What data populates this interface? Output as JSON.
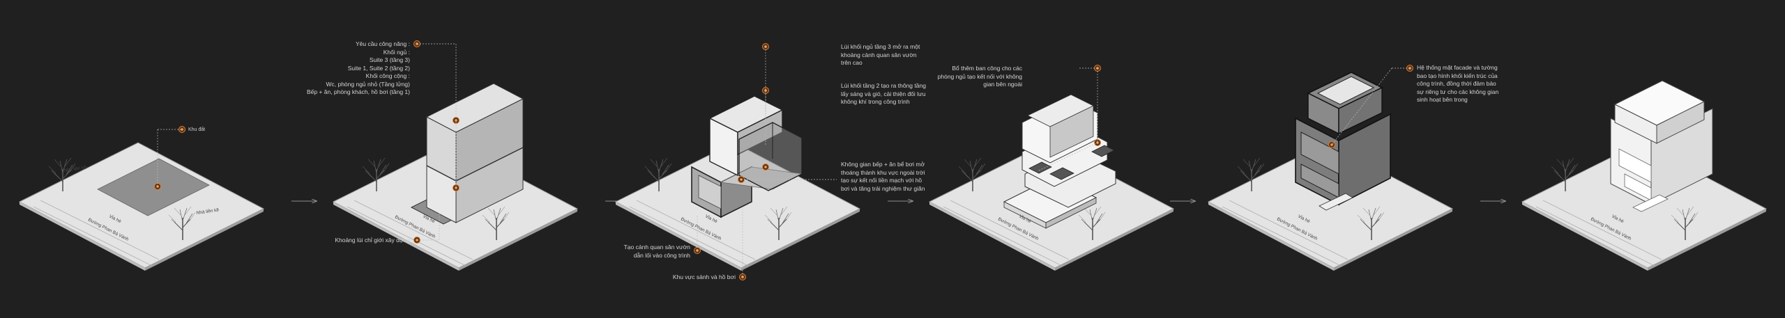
{
  "colors": {
    "background": "#202020",
    "site": "#e6e6e6",
    "site_edge": "#9a9a9a",
    "plot_dark": "#8f8f8f",
    "accent_dot": "#e07a2e",
    "leader": "#bdbdbd",
    "arrow": "#8c8c8c"
  },
  "panel1": {
    "site_labels": [
      "Nhà liền kề",
      "Nhà liền kề",
      "Vỉa hè",
      "Đường Phan Bá Vành"
    ],
    "callout": "Khu đất"
  },
  "panel2": {
    "requirements": [
      "Yêu cầu công năng :",
      "Khối ngủ :",
      "Suite 3 (tầng 3)",
      "Suite 1, Suite 2 (tầng 2)",
      "Khối công cộng :",
      "Wc, phòng ngủ nhỏ (Tầng lửng)",
      "Bếp + ăn, phòng khách, hồ bơi (tầng 1)"
    ],
    "setback": "Khoảng lùi chỉ giới xây dựng",
    "site_labels": [
      "Vỉa hè",
      "Đường Phan Bá Vành"
    ]
  },
  "panel3": {
    "note_top": [
      "Lùi khối ngủ tầng 3 mở ra một",
      "khoảng cảnh quan sân vườn",
      "trên cao"
    ],
    "note_mid": [
      "Lùi khối  tầng 2 tạo ra thông tầng",
      "lấy sáng và gió, cải thiện đối lưu",
      "không khí trong công trình"
    ],
    "note_right": [
      "Không gian bếp + ăn bể bơi mở",
      "thoáng thành khu vực ngoài trời",
      "tạo sự kết nối liền mạch với hồ",
      "bơi và tăng trải nghiệm thư giãn"
    ],
    "note_landscape": [
      "Tạo cảnh quan sân vườn",
      "dẫn lối vào công trình"
    ],
    "note_lobby": "Khu vực sảnh và hồ bơi",
    "site_labels": [
      "Vỉa hè",
      "Đường Phan Bá Vành"
    ]
  },
  "panel4": {
    "note": [
      "Bổ thêm ban công cho các",
      "phòng ngủ tạo kết nối với không",
      "gian  bên ngoài"
    ],
    "site_labels": [
      "Vỉa hè",
      "Đường Phan Bá Vành"
    ]
  },
  "panel5": {
    "note": [
      "Hệ thống mặt facade và tường",
      "bao tạo hình khối kiến trúc của",
      "công trình, đồng thời đảm bảo",
      "sự riêng tư cho các không gian",
      "sinh hoạt bên trong"
    ],
    "site_labels": [
      "Vỉa hè",
      "Đường Phan Bá Vành"
    ]
  },
  "panel6": {
    "site_labels": [
      "Vỉa hè",
      "Đường Phan Bá Vành"
    ]
  }
}
